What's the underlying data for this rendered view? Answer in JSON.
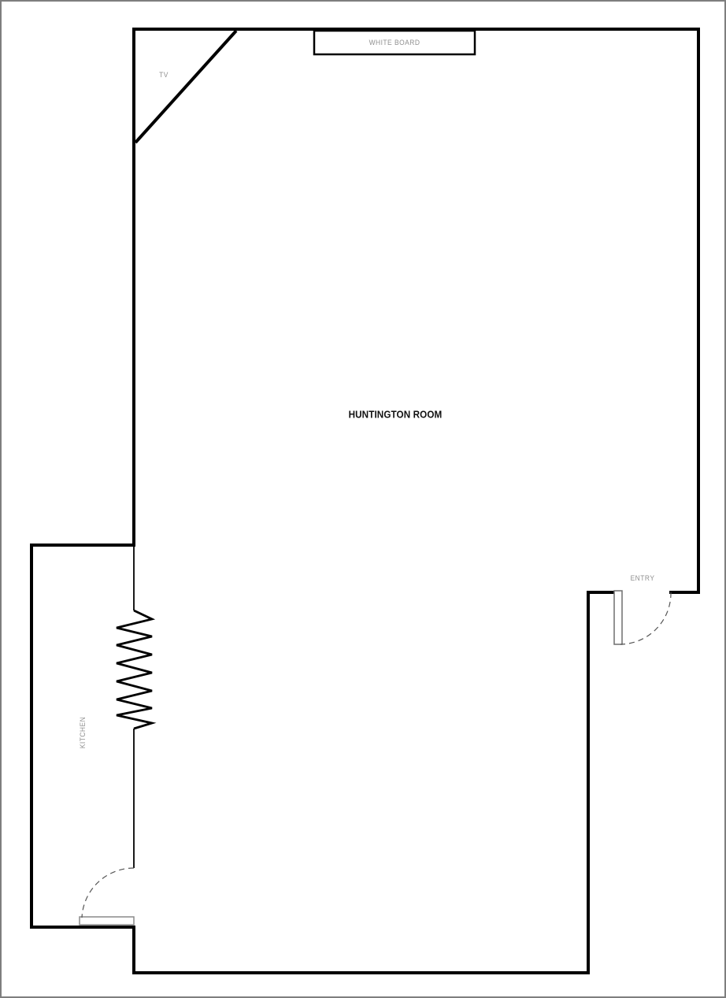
{
  "labels": {
    "room": "HUNTINGTON ROOM",
    "kitchen": "KITCHEN",
    "entry": "ENTRY",
    "tv": "TV",
    "whiteboard": "WHITE BOARD"
  },
  "colors": {
    "background": "#ffffff",
    "page_border": "#7e7e7e",
    "wall": "#000000",
    "partition": "#000000",
    "label_gray": "#8f8f8f",
    "room_label": "#111111",
    "door_swing_arc": "#555555",
    "door_leaf_stroke": "#7d7d7d"
  }
}
